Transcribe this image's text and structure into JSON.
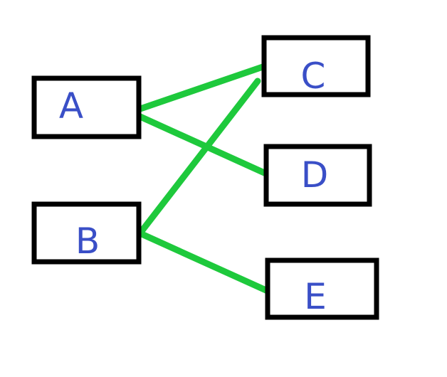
{
  "colors": {
    "background": "#ffffff",
    "box_stroke": "#000000",
    "edge": "#1ec93c",
    "label": "#3a4fc7"
  },
  "nodes": [
    {
      "id": "A",
      "label": "A"
    },
    {
      "id": "B",
      "label": "B"
    },
    {
      "id": "C",
      "label": "C"
    },
    {
      "id": "D",
      "label": "D"
    },
    {
      "id": "E",
      "label": "E"
    }
  ],
  "edges": [
    {
      "from": "A",
      "to": "C"
    },
    {
      "from": "A",
      "to": "D"
    },
    {
      "from": "B",
      "to": "C"
    },
    {
      "from": "B",
      "to": "E"
    }
  ]
}
